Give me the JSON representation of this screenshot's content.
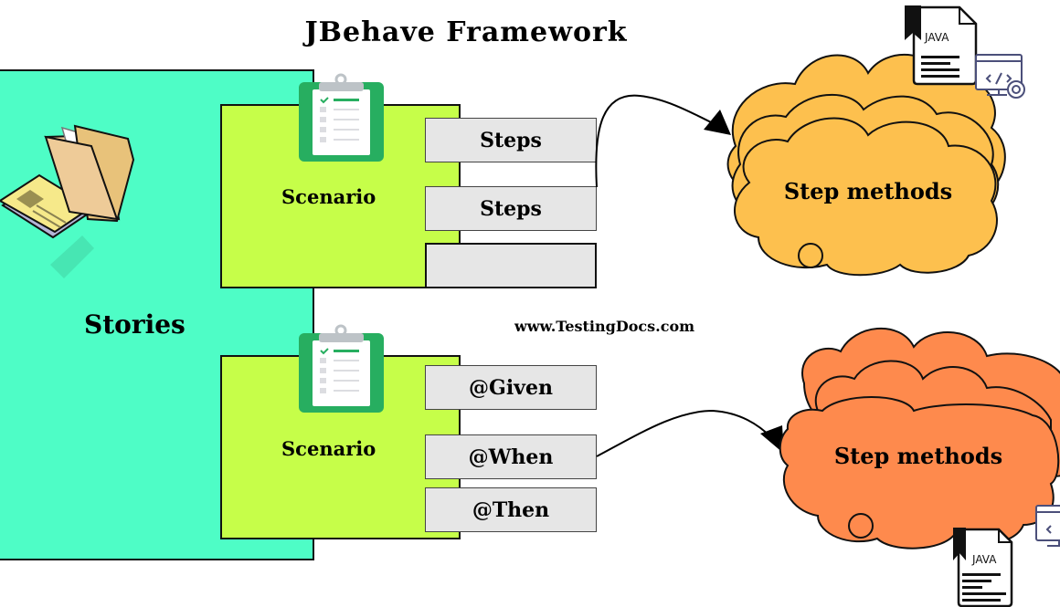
{
  "title": "JBehave Framework",
  "stories": {
    "label": "Stories",
    "color": "#4efdc6",
    "icon": "folder-documents-icon"
  },
  "scenarios": [
    {
      "label": "Scenario",
      "icon": "clipboard-checklist-icon",
      "steps": [
        "Steps",
        "Steps",
        ""
      ]
    },
    {
      "label": "Scenario",
      "icon": "clipboard-checklist-icon",
      "steps": [
        "@Given",
        "@When",
        "@Then"
      ]
    }
  ],
  "clouds": [
    {
      "label": "Step methods",
      "color": "#fdc04e",
      "file_badge": "JAVA"
    },
    {
      "label": "Step methods",
      "color": "#fe8a4d",
      "file_badge": "JAVA"
    }
  ],
  "website": "www.TestingDocs.com",
  "colors": {
    "scenario": "#c6fe49",
    "step": "#e6e6e6",
    "icon_purple": "#4b4f7a",
    "clipboard_green": "#27ae60"
  }
}
